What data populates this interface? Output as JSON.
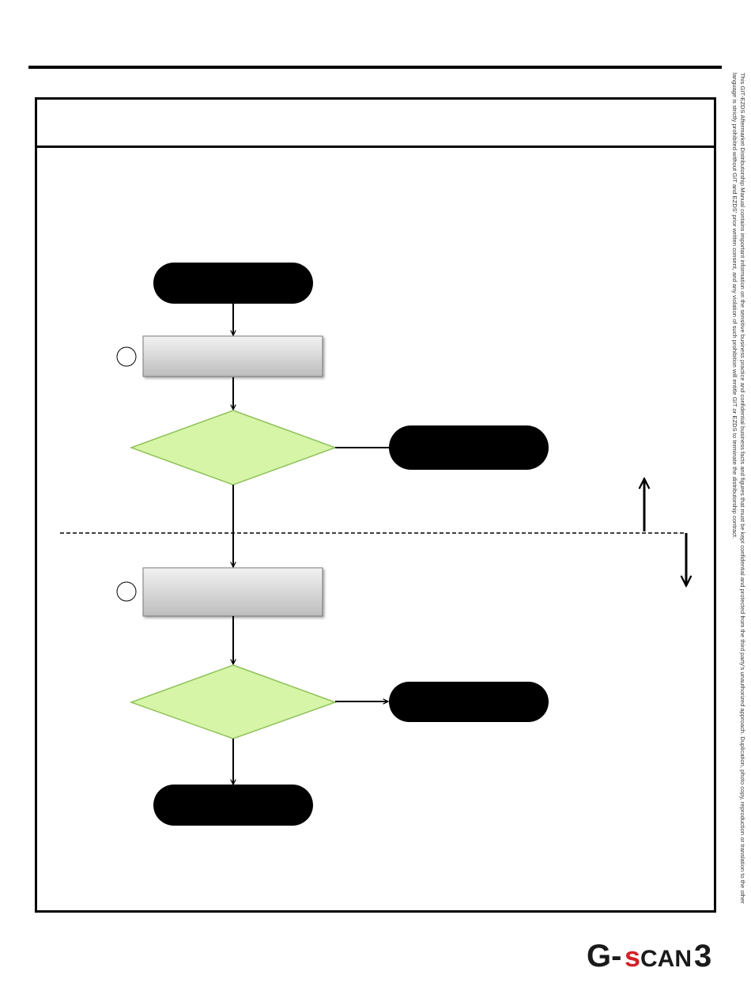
{
  "notice": {
    "text": "This GIT-EZDS Aftermarket Distributorship Manual contains important information on the sensitive business practice and confidential business facts and figures that must be kept confidential and protected from the third party's unauthorized approach. Duplication, photo copy, reproduction or translation to the other language is strictly prohibited without GIT and EZDS' prior written consent, and any violation of such prohibition will entitle GIT or EZDS to terminate the distributorship contract."
  },
  "logo": {
    "text_dark": "G-",
    "text_accent": "s",
    "text_rest": "CAN",
    "text_num": "3",
    "color_dark": "#1a1a1a",
    "color_accent": "#d42027"
  },
  "flowchart": {
    "colors": {
      "terminal": "#000000",
      "decision_fill": "#d6f5a6",
      "decision_stroke": "#8fc25a",
      "process_top": "#f2f2f2",
      "process_bottom": "#bdbdbd"
    },
    "nodes": [
      {
        "id": "start",
        "type": "terminal",
        "text": ""
      },
      {
        "id": "step1",
        "type": "process",
        "text": ""
      },
      {
        "id": "decision1",
        "type": "decision",
        "text": ""
      },
      {
        "id": "result1",
        "type": "terminal",
        "text": ""
      },
      {
        "id": "step2",
        "type": "process",
        "text": ""
      },
      {
        "id": "decision2",
        "type": "decision",
        "text": ""
      },
      {
        "id": "result2",
        "type": "terminal",
        "text": ""
      },
      {
        "id": "end",
        "type": "terminal",
        "text": ""
      }
    ]
  }
}
